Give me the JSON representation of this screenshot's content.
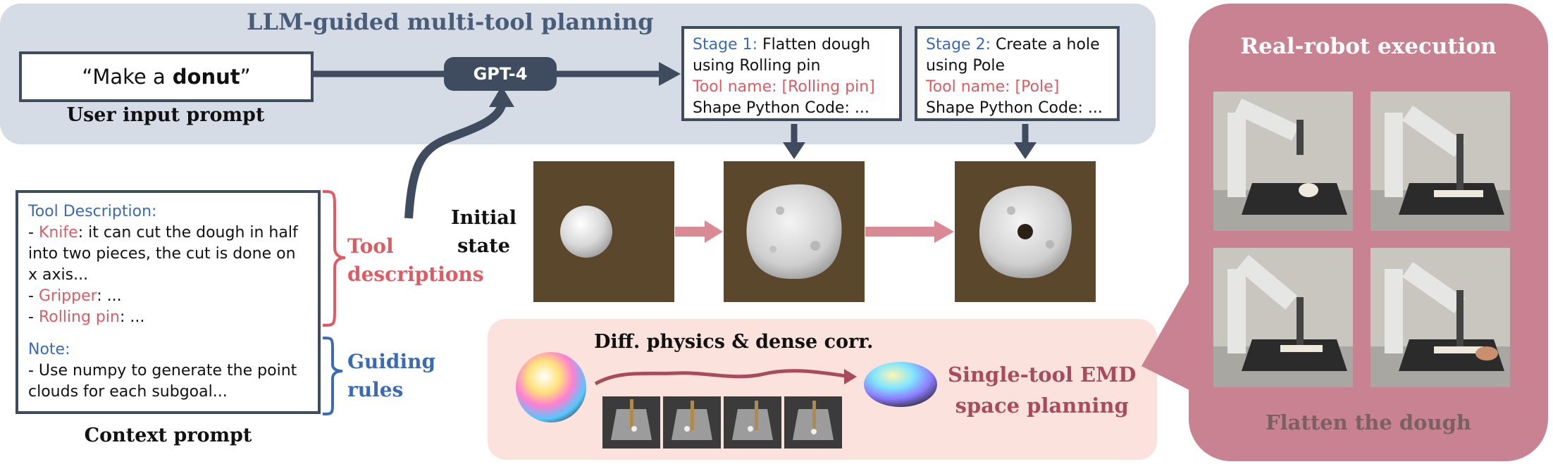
{
  "llm_panel": {
    "title": "LLM-guided multi-tool planning"
  },
  "user_prompt": {
    "text_before": "“Make a",
    "text_bold": "donut",
    "text_after": "”",
    "label": "User input prompt"
  },
  "gpt": {
    "label": "GPT-4"
  },
  "stages": [
    {
      "tag": "Stage 1:",
      "action": "Flatten dough using Rolling pin",
      "tool_name_key": "Tool name:",
      "tool_name_value": "[Rolling pin]",
      "code_line": "Shape Python Code: ..."
    },
    {
      "tag": "Stage 2:",
      "action": "Create a hole using Pole",
      "tool_name_key": "Tool name:",
      "tool_name_value": "[Pole]",
      "code_line": "Shape Python Code: ..."
    }
  ],
  "context": {
    "tool_desc_header": "Tool Description:",
    "knife_name": "Knife",
    "knife_desc": ": it can cut the dough in half into two pieces, the cut is done on x axis...",
    "gripper_name": "Gripper",
    "gripper_desc": ": ...",
    "rolling_name": "Rolling pin",
    "rolling_desc": ": ...",
    "note_header": "Note:",
    "note_text": "- Use numpy to generate the point clouds for each subgoal...",
    "label": "Context prompt",
    "bracket_tools_line1": "Tool",
    "bracket_tools_line2": "descriptions",
    "bracket_rules_line1": "Guiding",
    "bracket_rules_line2": "rules"
  },
  "initial_state": {
    "line1": "Initial",
    "line2": "state"
  },
  "emd_panel": {
    "diff_label": "Diff. physics & dense corr.",
    "title_line1": "Single-tool EMD",
    "title_line2": "space planning"
  },
  "robot_panel": {
    "title": "Real-robot execution",
    "caption": "Flatten the dough"
  },
  "colors": {
    "dark_navy": "#3f4b5e",
    "panel_blue": "#d5dce5",
    "panel_pink": "#fbe2dc",
    "robot_panel": "#c98291",
    "accent_red": "#e05a63",
    "accent_blue": "#3a6ab8",
    "arrow_pink": "#d98a94",
    "sim_brown": "#5b472b"
  }
}
